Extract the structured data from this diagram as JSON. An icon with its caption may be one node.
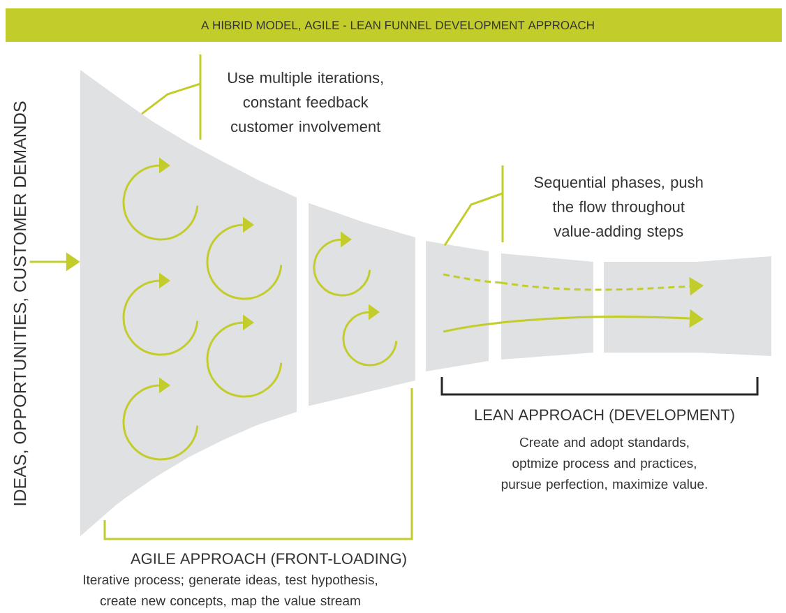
{
  "diagram": {
    "title": "A HIBRID MODEL, AGILE - LEAN FUNNEL DEVELOPMENT APPROACH",
    "nodes": [
      {
        "text": [
          "IDEAS, OPPORTUNITIES, CUSTOMER DEMANDS"
        ]
      },
      {
        "text": [
          "Use multiple iterations, constant feedback customer involvement"
        ]
      },
      {
        "text": [
          "Sequential phases, push the flow throughout value-adding steps"
        ]
      },
      {
        "text": [],
        "shape": "box"
      },
      {
        "text": [],
        "shape": "box"
      },
      {
        "text": [],
        "shape": "box"
      },
      {
        "text": [],
        "shape": "box"
      },
      {
        "text": [],
        "shape": "box"
      }
    ],
    "edges": [
      {
        "from": 0,
        "to": 3,
        "arrow": "to"
      },
      {
        "from": 1,
        "to": 3,
        "arrow": "none"
      },
      {
        "from": 2,
        "to": 5,
        "arrow": "none"
      },
      {
        "from": 3,
        "to": 3,
        "arrow": "to"
      },
      {
        "from": 3,
        "to": 3,
        "arrow": "to"
      },
      {
        "from": 3,
        "to": 3,
        "arrow": "to"
      },
      {
        "from": 3,
        "to": 3,
        "arrow": "to"
      },
      {
        "from": 3,
        "to": 3,
        "arrow": "to"
      },
      {
        "from": 4,
        "to": 4,
        "arrow": "to"
      },
      {
        "from": 4,
        "to": 4,
        "arrow": "to"
      },
      {
        "from": 5,
        "to": 6,
        "arrow": "none",
        "style": "dashed"
      },
      {
        "from": 6,
        "to": 7,
        "arrow": "to",
        "style": "dashed"
      },
      {
        "from": 5,
        "to": 6,
        "arrow": "none"
      },
      {
        "from": 6,
        "to": 7,
        "arrow": "to"
      }
    ],
    "labels": [
      "AGILE APPROACH (FRONT-LOADING)",
      "Iterative process; generate ideas, test hypothesis, create new concepts, map the value stream",
      "LEAN APPROACH (DEVELOPMENT)",
      "Create and adopt standards, optmize process and practices, pursue perfection, maximize value."
    ]
  }
}
